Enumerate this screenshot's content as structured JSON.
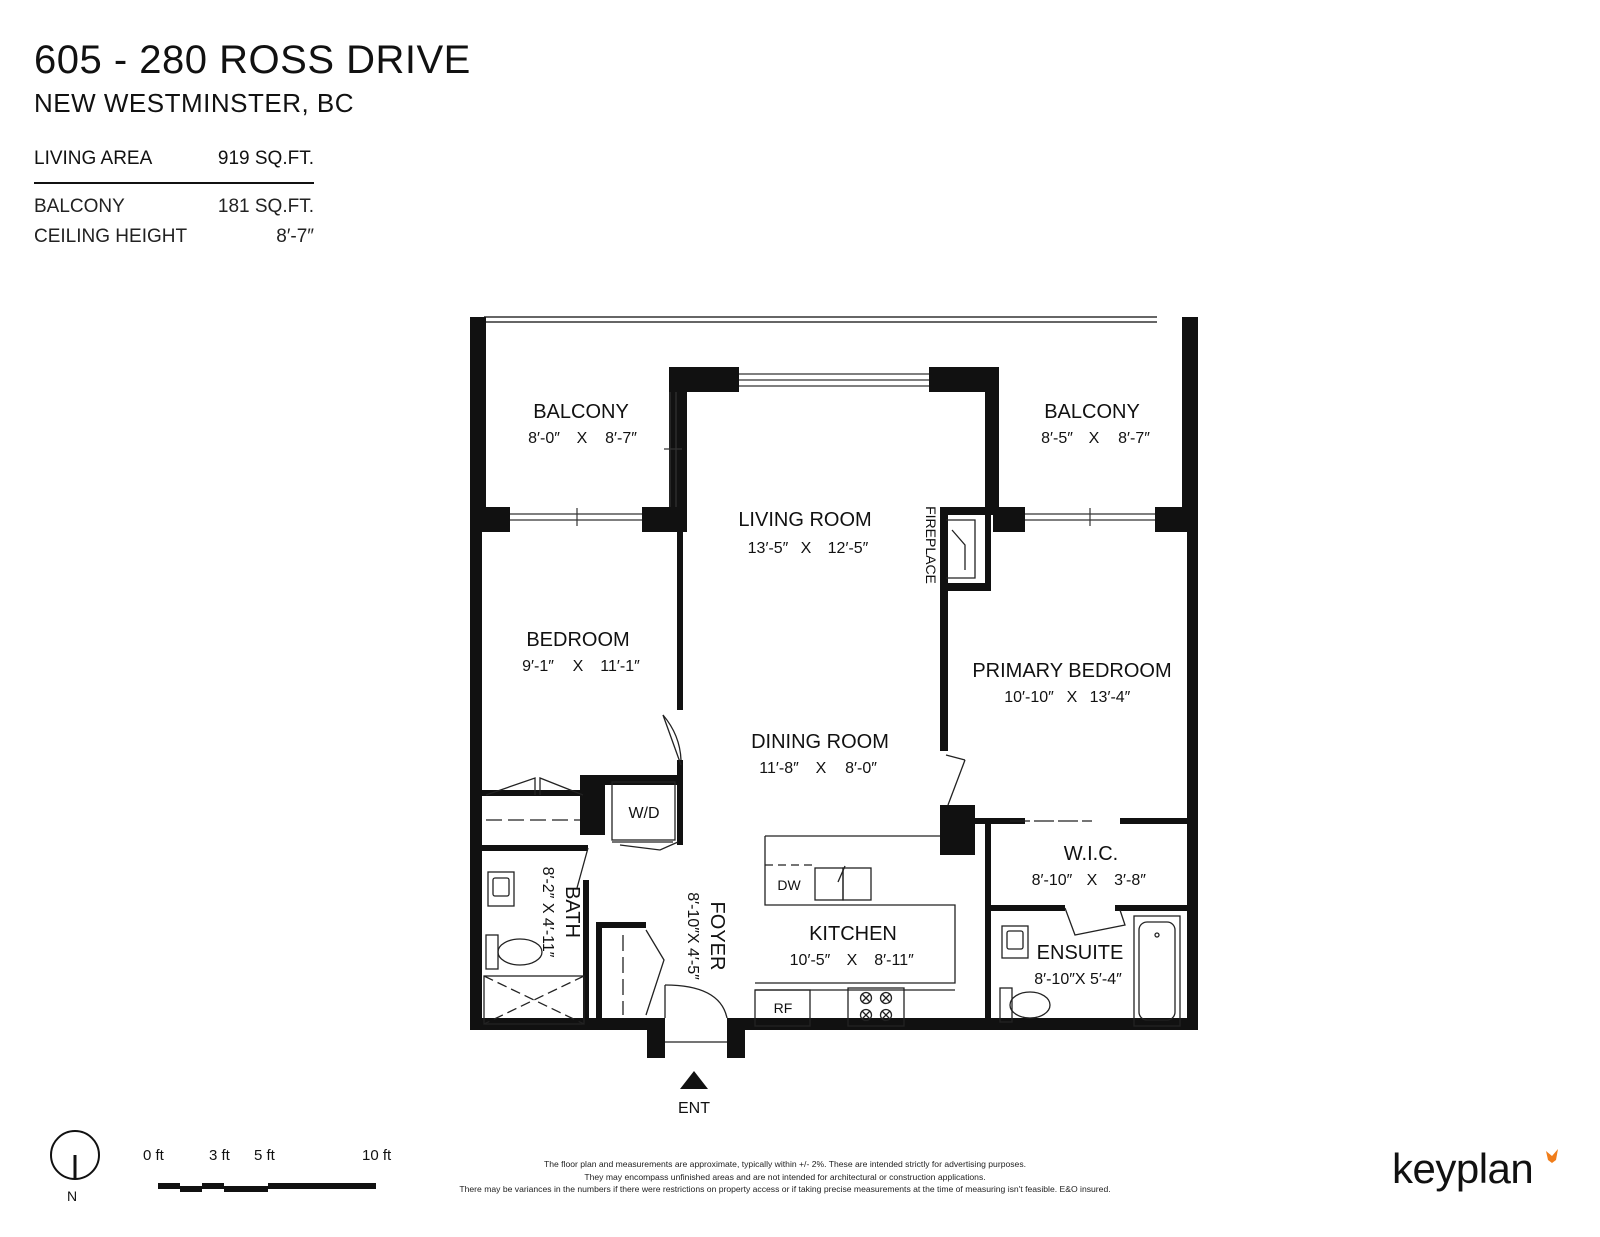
{
  "header": {
    "title": "605 - 280 ROSS DRIVE",
    "subtitle": "NEW WESTMINSTER, BC"
  },
  "stats": {
    "living_area": {
      "label": "LIVING AREA",
      "value": "919 SQ.FT."
    },
    "balcony": {
      "label": "BALCONY",
      "value": "181 SQ.FT."
    },
    "ceiling_height": {
      "label": "CEILING HEIGHT",
      "value": "8′-7″"
    }
  },
  "rooms": {
    "balcony_left": {
      "name": "BALCONY",
      "dim_a": "8′-0″",
      "sep": "X",
      "dim_b": "8′-7″"
    },
    "balcony_right": {
      "name": "BALCONY",
      "dim_a": "8′-5″",
      "sep": "X",
      "dim_b": "8′-7″"
    },
    "living_room": {
      "name": "LIVING ROOM",
      "dim_a": "13′-5″",
      "sep": "X",
      "dim_b": "12′-5″"
    },
    "bedroom": {
      "name": "BEDROOM",
      "dim_a": "9′-1″",
      "sep": "X",
      "dim_b": "11′-1″"
    },
    "primary_bedroom": {
      "name": "PRIMARY BEDROOM",
      "dim_a": "10′-10″",
      "sep": "X",
      "dim_b": "13′-4″"
    },
    "dining_room": {
      "name": "DINING ROOM",
      "dim_a": "11′-8″",
      "sep": "X",
      "dim_b": "8′-0″"
    },
    "wic": {
      "name": "W.I.C.",
      "dim_a": "8′-10″",
      "sep": "X",
      "dim_b": "3′-8″"
    },
    "kitchen": {
      "name": "KITCHEN",
      "dim_a": "10′-5″",
      "sep": "X",
      "dim_b": "8′-11″"
    },
    "ensuite": {
      "name": "ENSUITE",
      "dims": "8′-10″X 5′-4″"
    },
    "bath": {
      "name": "BATH",
      "dims": "8′-2″ X 4′-11″"
    },
    "foyer": {
      "name": "FOYER",
      "dims": "8′-10″X 4′-5″"
    }
  },
  "fixtures": {
    "fireplace": "FIREPLACE",
    "washer_dryer": "W/D",
    "dishwasher": "DW",
    "refrigerator": "RF",
    "entrance": "ENT"
  },
  "scale_bar": {
    "labels": [
      "0 ft",
      "3 ft",
      "5 ft",
      "10 ft"
    ]
  },
  "compass": {
    "label": "N"
  },
  "disclaimer": [
    "The floor plan and measurements are approximate, typically within +/- 2%. These are intended strictly for advertising purposes.",
    "They may encompass unfinished areas and are not intended for architectural or construction applications.",
    "There may be variances in the numbers if there were restrictions on property access or if taking precise measurements at the time of measuring isn't feasible. E&O insured."
  ],
  "brand": {
    "name": "keyplan",
    "accent_color": "#f07d1a"
  }
}
